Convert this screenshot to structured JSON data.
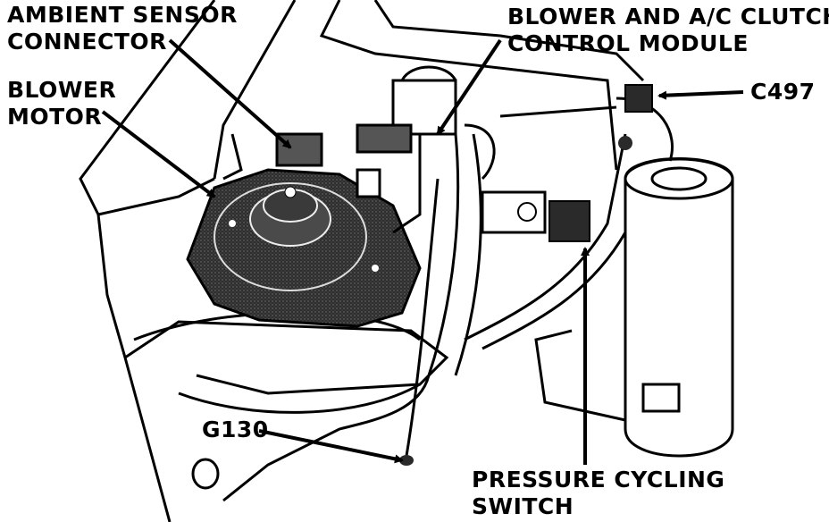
{
  "callouts": {
    "ambient_sensor": [
      "AMBIENT SENSOR",
      "CONNECTOR"
    ],
    "blower_motor": [
      "BLOWER",
      "MOTOR"
    ],
    "blower_module": [
      "BLOWER AND A/C CLUTCH",
      "CONTROL MODULE"
    ],
    "c497": "C497",
    "g130": "G130",
    "pressure_switch": [
      "PRESSURE CYCLING",
      "SWITCH"
    ]
  },
  "colors": {
    "ink": "#000000",
    "paper": "#ffffff",
    "shade": "#3a3a3a"
  }
}
